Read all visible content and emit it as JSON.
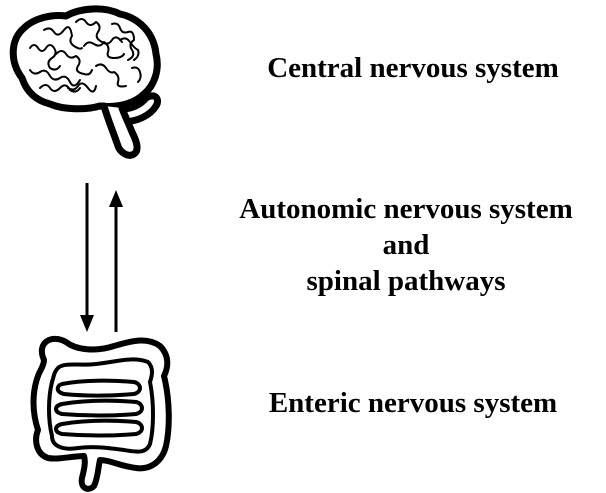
{
  "labels": {
    "central": "Central nervous system",
    "autonomic": {
      "line1": "Autonomic nervous system",
      "line2": "and",
      "line3": "spinal pathways"
    },
    "enteric": "Enteric nervous system"
  },
  "icons": {
    "brain": "brain-icon",
    "intestine": "intestine-icon"
  },
  "arrows": [
    "down",
    "up"
  ],
  "colors": {
    "ink": "#000000",
    "background": "#ffffff"
  }
}
